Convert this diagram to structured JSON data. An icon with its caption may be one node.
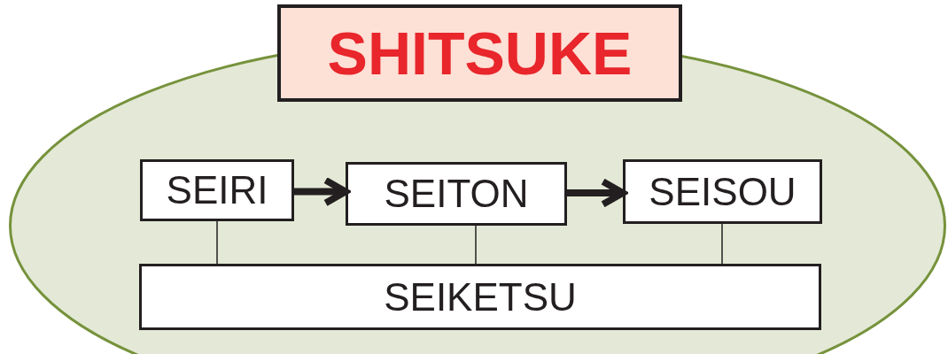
{
  "diagram": {
    "nodes": [
      {
        "text": [],
        "shape": "ellipse"
      },
      {
        "text": [
          "SHITSUKE"
        ]
      },
      {
        "text": [
          "SEIRI"
        ],
        "in": 0
      },
      {
        "text": [
          "SEITON"
        ],
        "in": 0
      },
      {
        "text": [
          "SEISOU"
        ],
        "in": 0
      },
      {
        "text": [
          "SEIKETSU"
        ],
        "in": 0
      }
    ],
    "edges": [
      {
        "from": 2,
        "to": 3,
        "arrow": "to",
        "style": "thick"
      },
      {
        "from": 3,
        "to": 4,
        "arrow": "to",
        "style": "thick"
      },
      {
        "from": 2,
        "to": 5,
        "arrow": "none"
      },
      {
        "from": 3,
        "to": 5,
        "arrow": "none"
      },
      {
        "from": 4,
        "to": 5,
        "arrow": "none"
      }
    ]
  }
}
